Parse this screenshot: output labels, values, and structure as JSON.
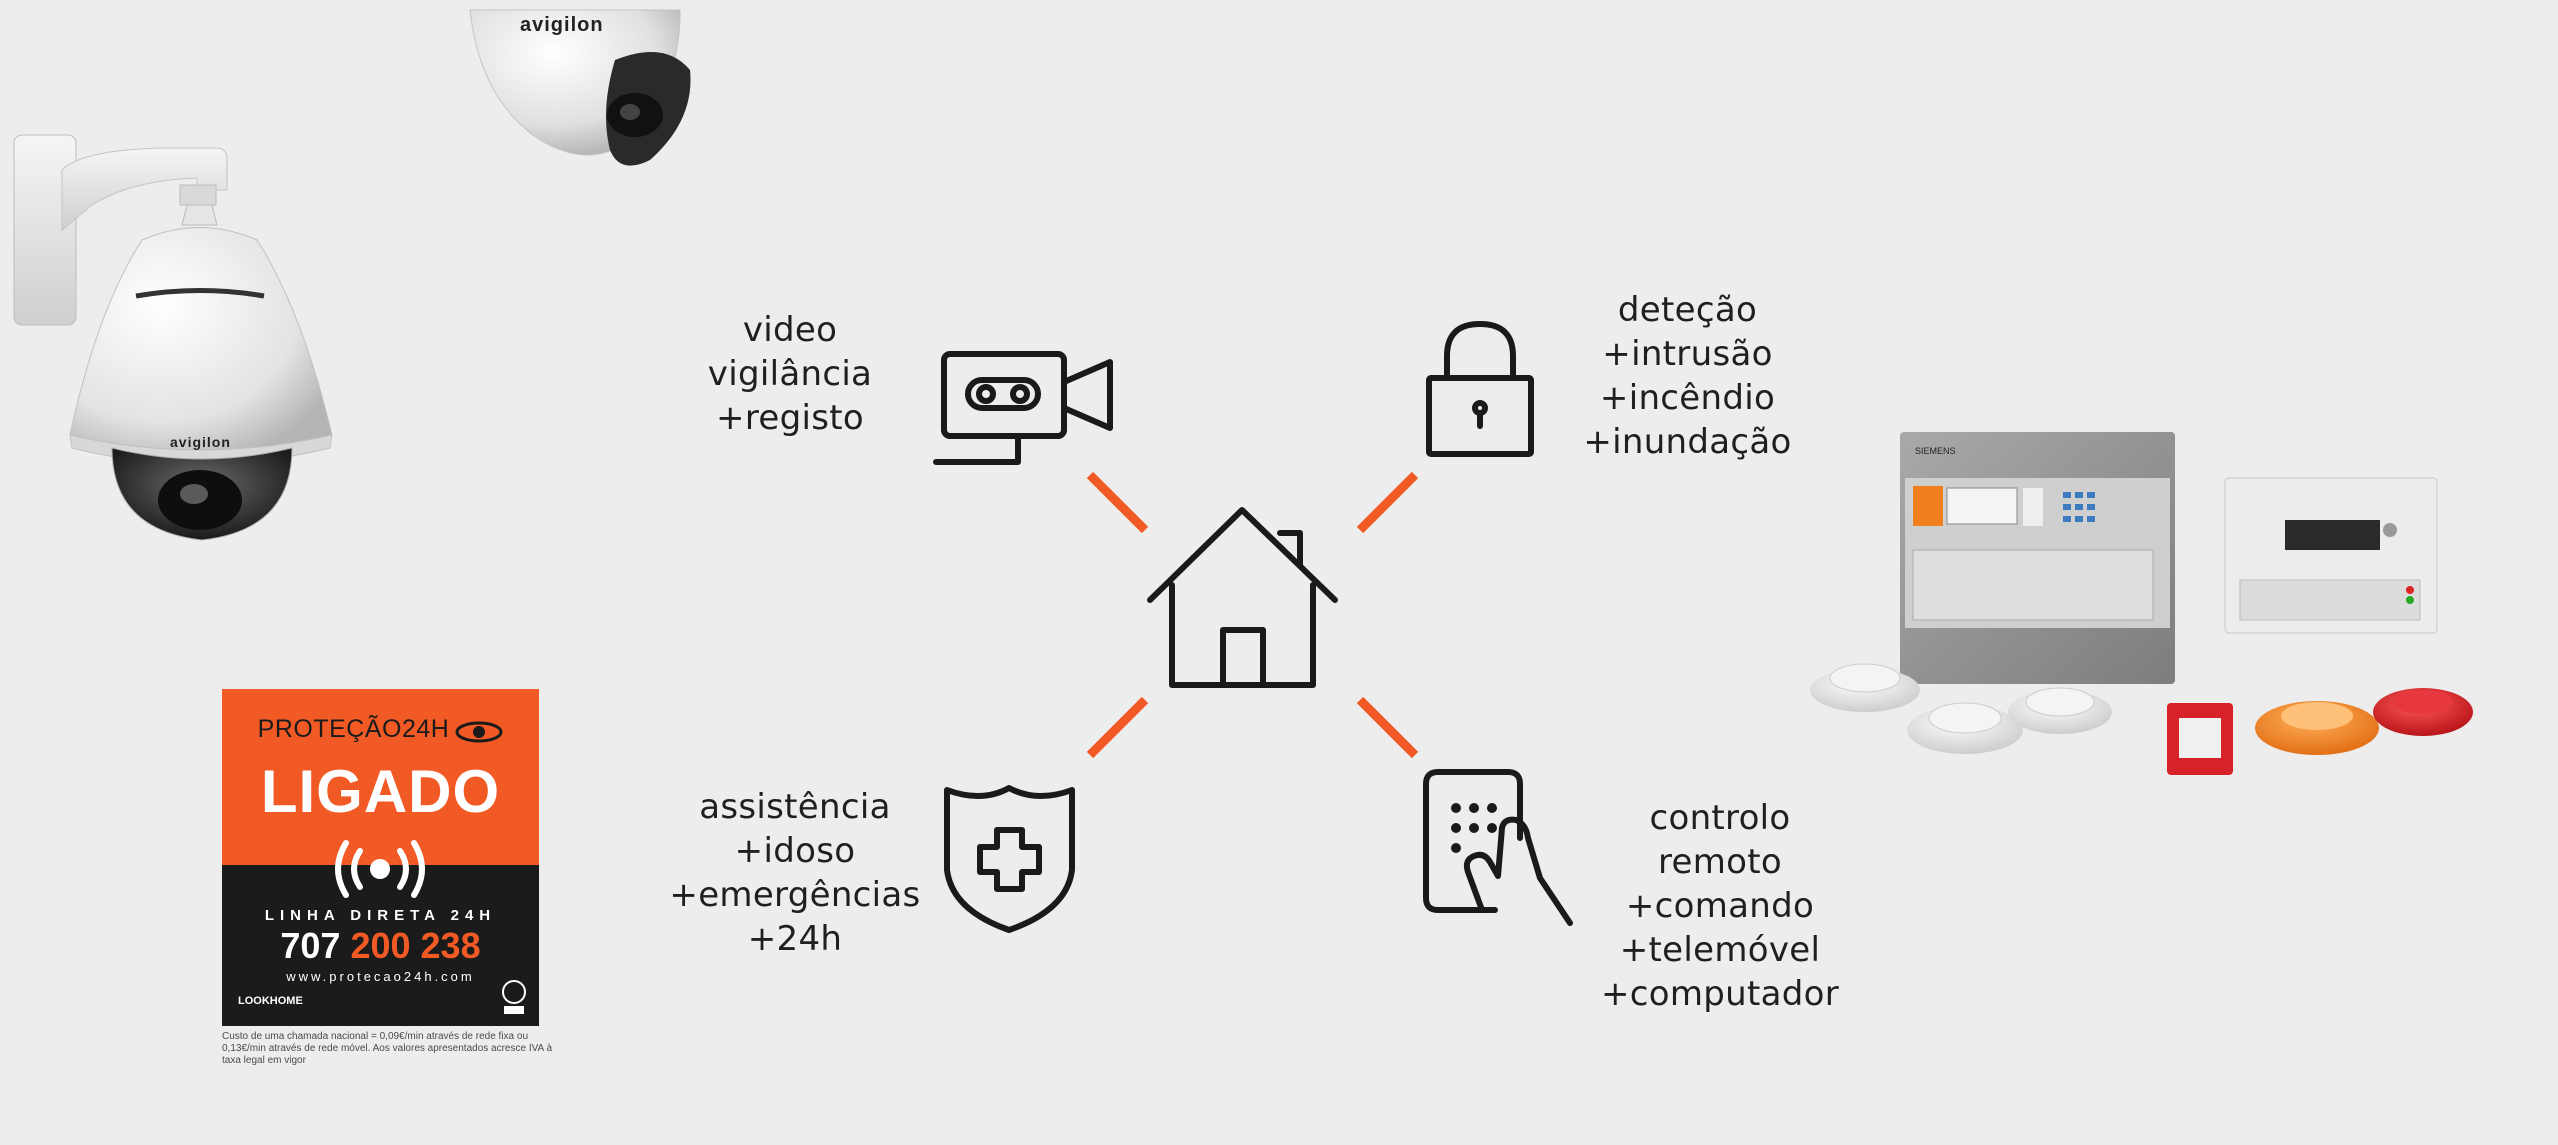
{
  "center": {
    "icon": "house-icon"
  },
  "features": [
    {
      "id": "video",
      "icon": "video-camera-icon",
      "lines": [
        "video",
        "vigilância",
        "+registo"
      ]
    },
    {
      "id": "detection",
      "icon": "padlock-icon",
      "lines": [
        "deteção",
        "+intrusão",
        "+incêndio",
        "+inundação"
      ]
    },
    {
      "id": "assistance",
      "icon": "shield-cross-icon",
      "lines": [
        "assistência",
        "+idoso",
        "+emergências",
        "+24h"
      ]
    },
    {
      "id": "remote",
      "icon": "hand-keypad-icon",
      "lines": [
        "controlo",
        "remoto",
        "+comando",
        "+telemóvel",
        "+computador"
      ]
    }
  ],
  "colors": {
    "background": "#ededed",
    "accent": "#f15a24",
    "icon_stroke": "#1a1a1a"
  },
  "cameras": {
    "dome_brand": "avigilon",
    "ptz_brand": "avigilon"
  },
  "panel": {
    "brand": "SIEMENS"
  },
  "sign": {
    "brand": "PROTEÇÃO24H",
    "status": "LIGADO",
    "line_label": "LINHA DIRETA 24H",
    "phone_prefix": "707",
    "phone_number": "200 238",
    "url": "www.protecao24h.com",
    "footer_brand": "LOOKHOME",
    "disclaimer": "Custo de uma chamada nacional = 0,09€/min através de rede fixa ou 0,13€/min através de rede móvel. Aos valores apresentados acresce IVA à taxa legal em vigor"
  }
}
